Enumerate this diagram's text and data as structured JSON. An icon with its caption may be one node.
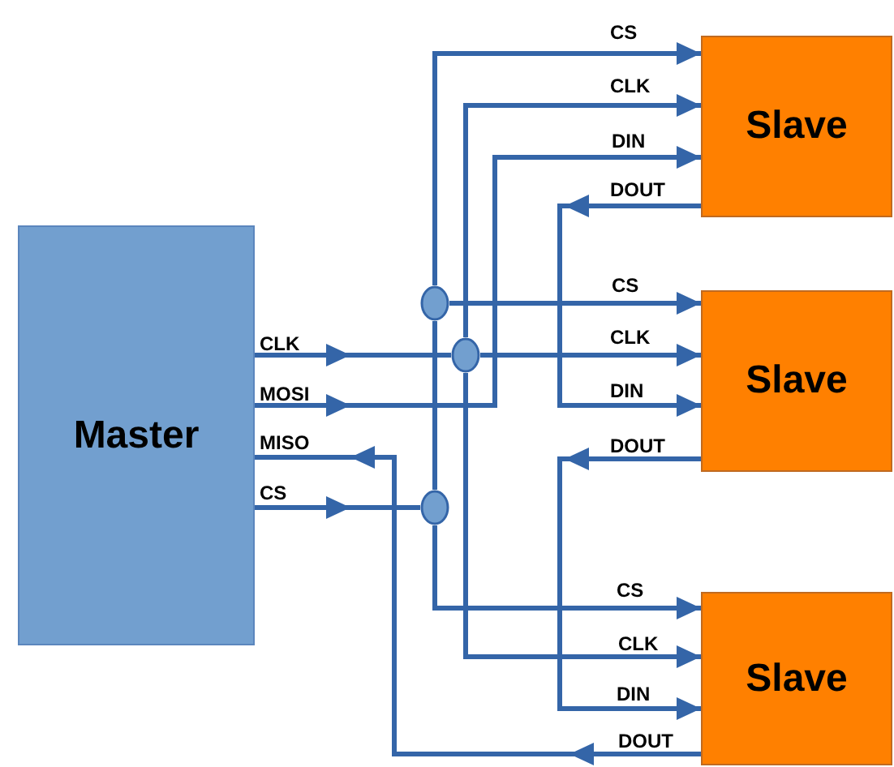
{
  "diagram": {
    "nodes": [
      {
        "text": [
          "Master"
        ],
        "beside": [
          "CLK",
          "MOSI",
          "MISO",
          "CS"
        ]
      },
      {
        "text": [
          "Slave"
        ],
        "beside": [
          "CS",
          "CLK",
          "DIN",
          "DOUT"
        ]
      },
      {
        "text": [
          "Slave"
        ],
        "beside": [
          "CS",
          "CLK",
          "DIN",
          "DOUT"
        ]
      },
      {
        "text": [
          "Slave"
        ],
        "beside": [
          "CS",
          "CLK",
          "DIN",
          "DOUT"
        ]
      },
      {
        "text": [],
        "shape": "circle"
      },
      {
        "text": [],
        "shape": "circle"
      },
      {
        "text": [],
        "shape": "circle"
      }
    ],
    "edges": [
      {
        "from": 0,
        "to": 5,
        "arrow": "to"
      },
      {
        "from": 5,
        "to": 2,
        "arrow": "to"
      },
      {
        "from": 5,
        "to": 1,
        "arrow": "to"
      },
      {
        "from": 5,
        "to": 3,
        "arrow": "to"
      },
      {
        "from": 0,
        "to": 1,
        "arrow": "to"
      },
      {
        "from": 1,
        "to": 2,
        "arrow": "to"
      },
      {
        "from": 2,
        "to": 3,
        "arrow": "to"
      },
      {
        "from": 3,
        "to": 0,
        "arrow": "to"
      },
      {
        "from": 0,
        "to": 6,
        "arrow": "to"
      },
      {
        "from": 6,
        "to": 4,
        "arrow": "none"
      },
      {
        "from": 4,
        "to": 1,
        "arrow": "to"
      },
      {
        "from": 4,
        "to": 2,
        "arrow": "to"
      },
      {
        "from": 6,
        "to": 3,
        "arrow": "to"
      }
    ]
  }
}
